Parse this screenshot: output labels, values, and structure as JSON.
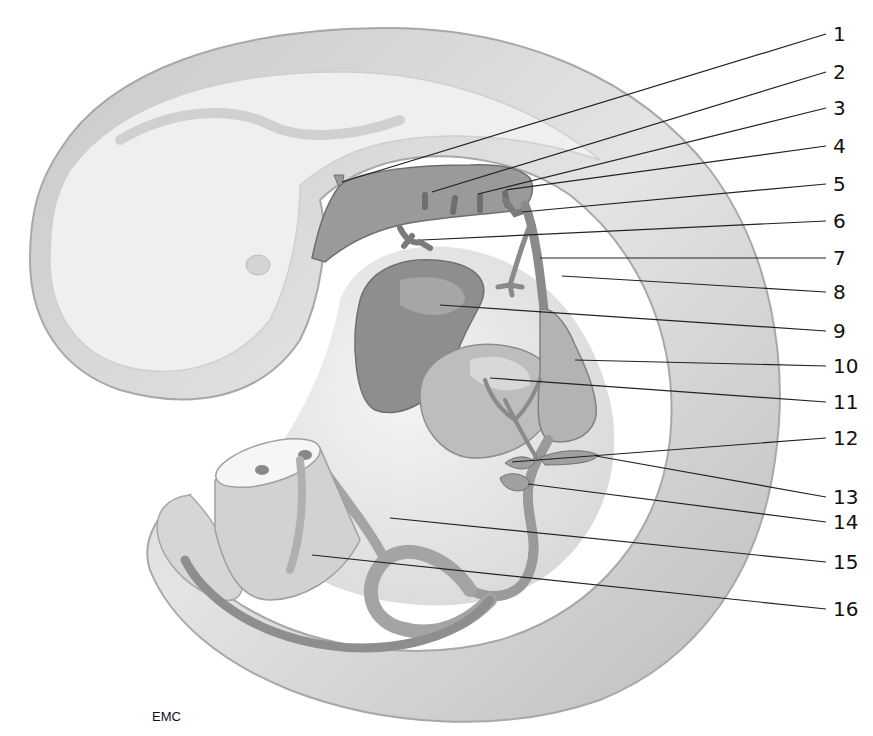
{
  "diagram": {
    "labels": [
      "1",
      "2",
      "3",
      "4",
      "5",
      "6",
      "7",
      "8",
      "9",
      "10",
      "11",
      "12",
      "13",
      "14",
      "15",
      "16",
      "EMC"
    ]
  }
}
